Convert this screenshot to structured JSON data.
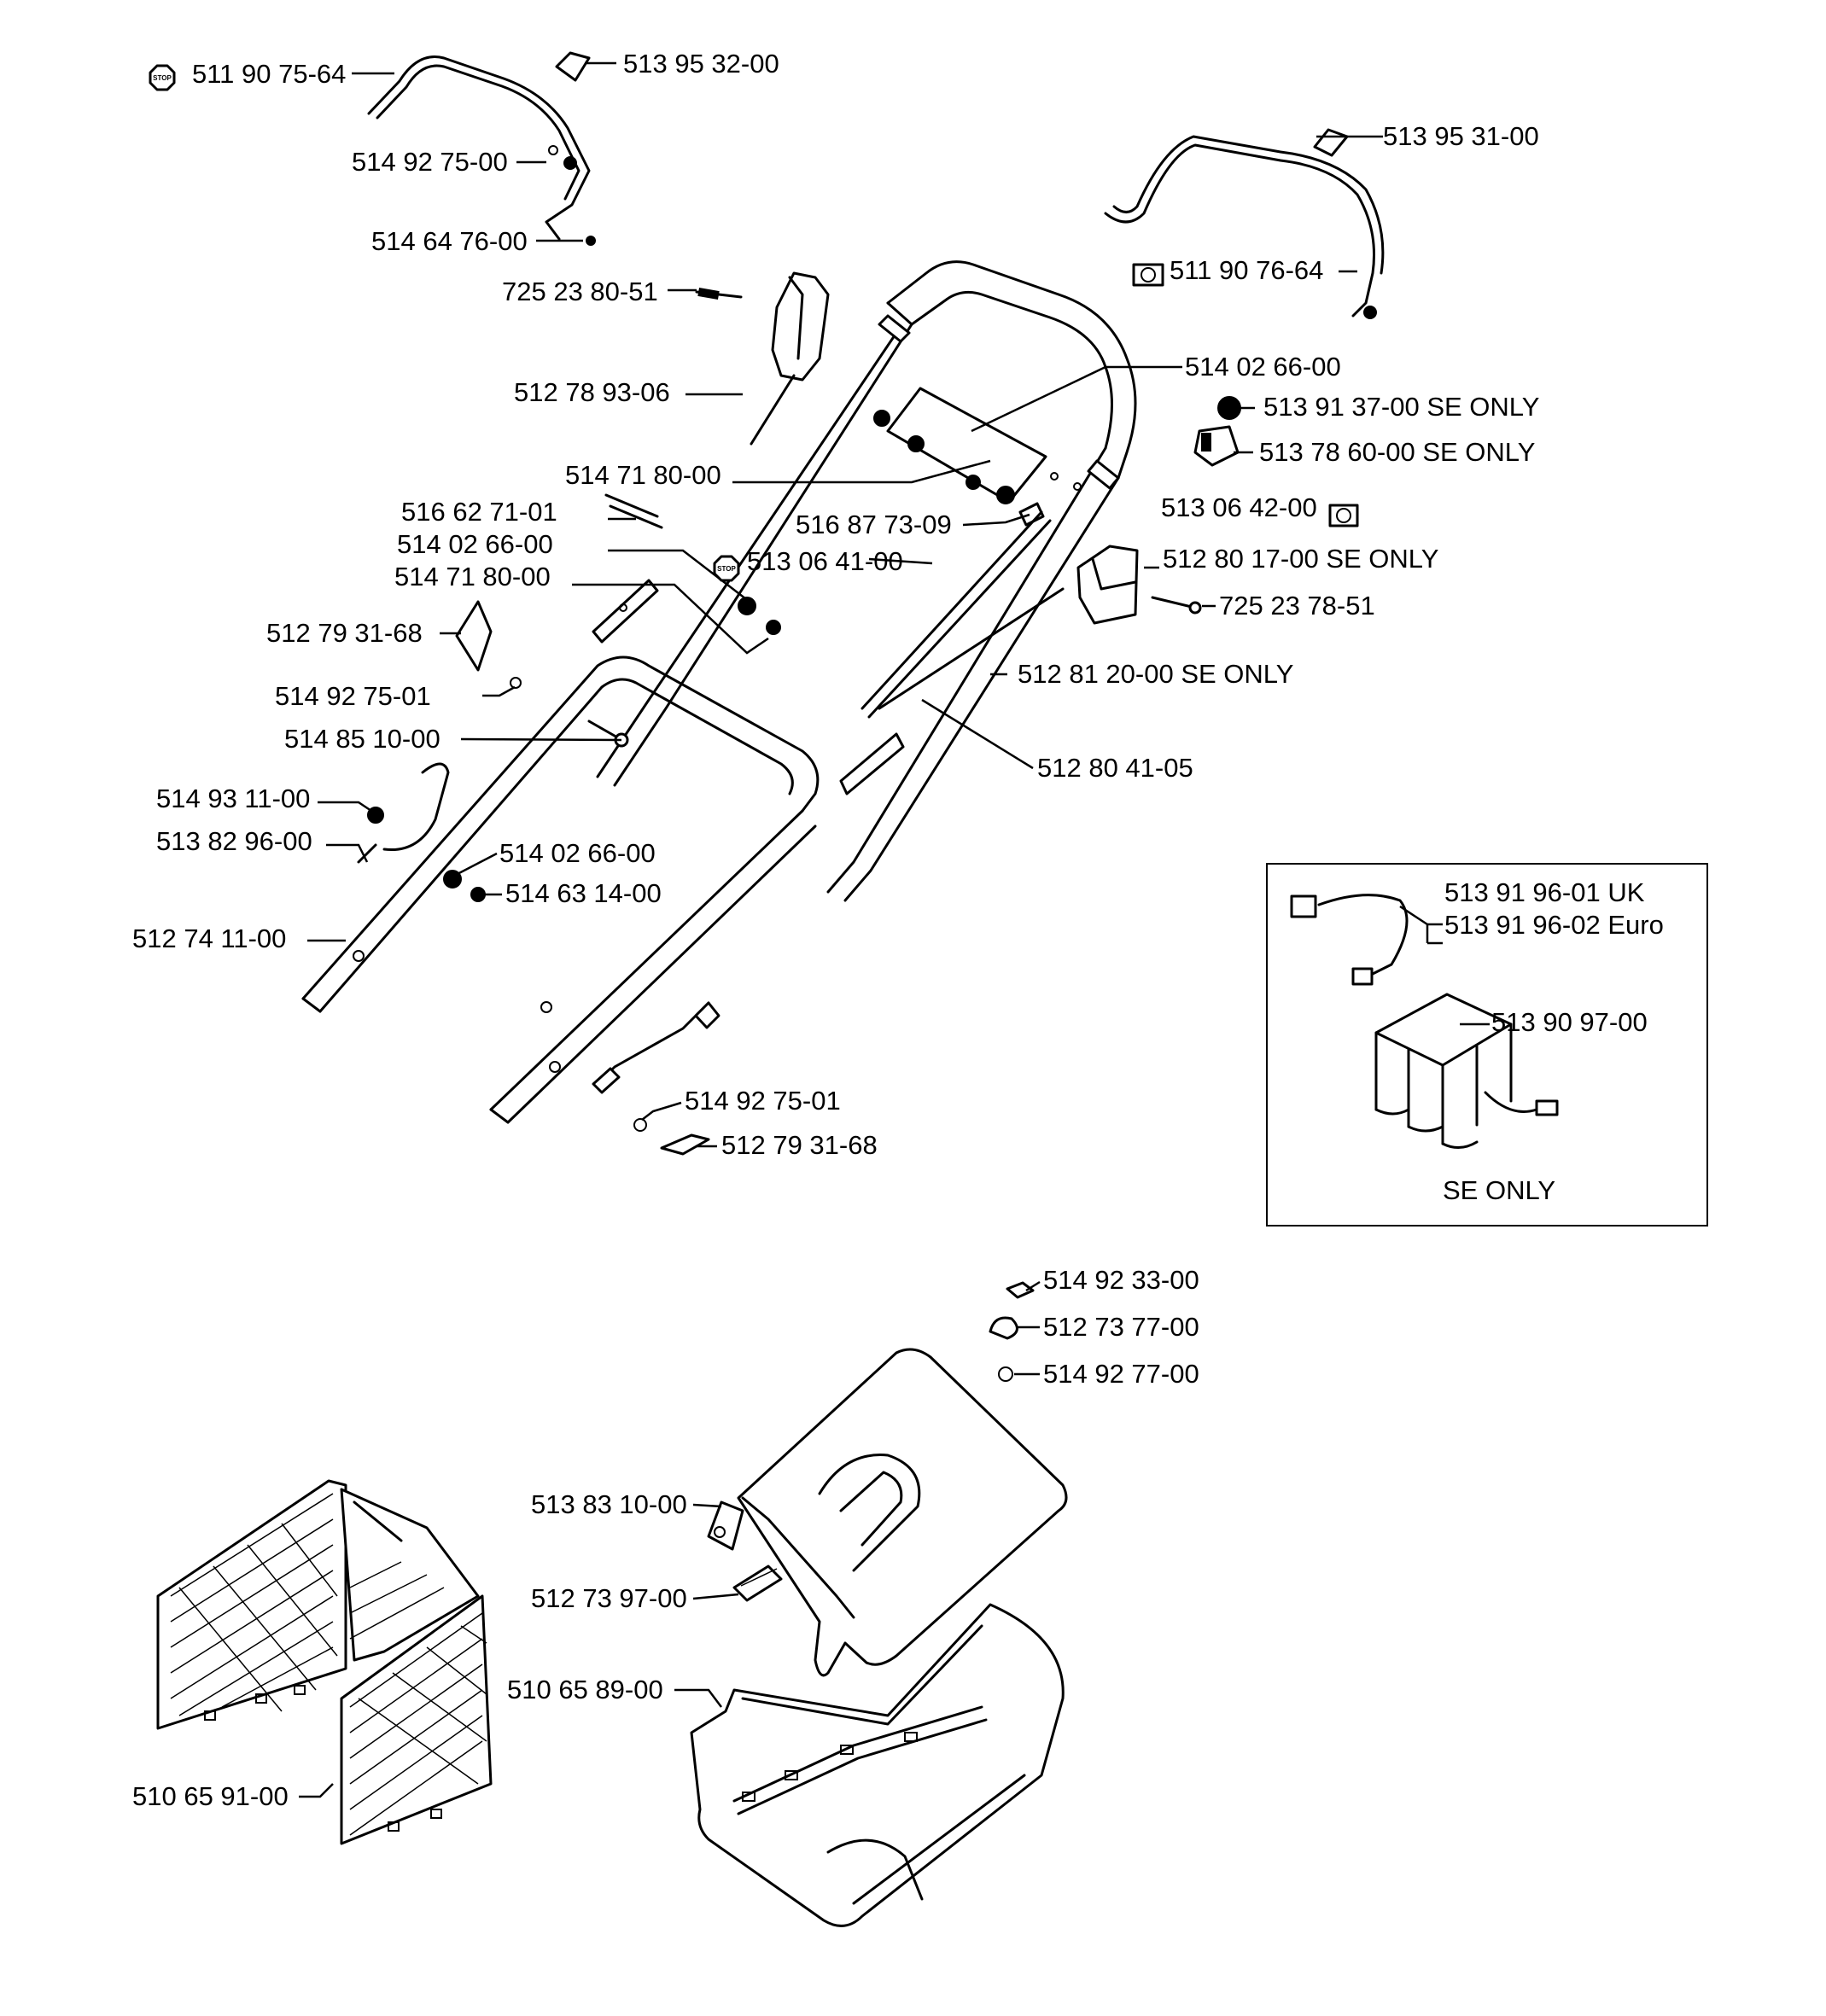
{
  "parts": {
    "p01": "511 90 75-64",
    "p02": "513 95 32-00",
    "p03": "514 92 75-00",
    "p04": "514 64 76-00",
    "p05": "725 23 80-51",
    "p06": "512 78 93-06",
    "p07": "513 95 31-00",
    "p08": "511 90 76-64",
    "p09": "514 02 66-00",
    "p10": "513 91 37-00 SE ONLY",
    "p11": "513 78 60-00 SE ONLY",
    "p12": "514 71 80-00",
    "p13": "516 62 71-01",
    "p14": "516 87 73-09",
    "p15": "513 06 42-00",
    "p16": "514 02 66-00",
    "p17": "514 71 80-00",
    "p18": "513 06 41-00",
    "p19": "512 80 17-00 SE ONLY",
    "p20": "725 23 78-51",
    "p21": "512 79 31-68",
    "p22": "514 92 75-01",
    "p23": "512 81 20-00 SE ONLY",
    "p24": "514 85 10-00",
    "p25": "512 80 41-05",
    "p26": "514 93 11-00",
    "p27": "513 82 96-00",
    "p28": "514 02 66-00",
    "p29": "514 63 14-00",
    "p30": "512 74 11-00",
    "p31": "514 92 75-01",
    "p32": "512 79 31-68",
    "p33": "514 92 33-00",
    "p34": "512 73 77-00",
    "p35": "514 92 77-00",
    "p36": "513 83 10-00",
    "p37": "512 73 97-00",
    "p38": "510 65 89-00",
    "p39": "510 65 91-00"
  },
  "inset": {
    "charger_uk": "513 91 96-01 UK",
    "charger_euro": "513 91 96-02 Euro",
    "battery": "513 90 97-00",
    "note": "SE ONLY"
  },
  "symbols": {
    "stop": "STOP"
  }
}
